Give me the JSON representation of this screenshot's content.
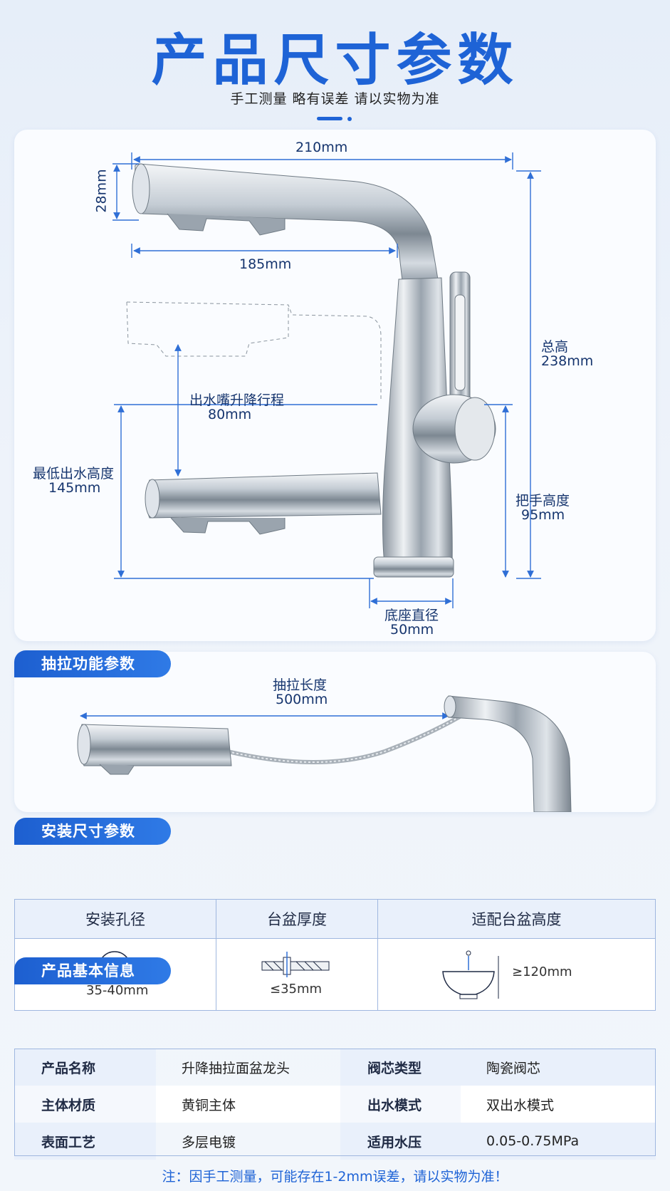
{
  "header": {
    "title": "产品尺寸参数",
    "subtitle": "手工测量 略有误差 请以实物为准"
  },
  "dimensions": {
    "width_total": "210mm",
    "spout_height": "28mm",
    "spout_length": "185mm",
    "total_height_label": "总高",
    "total_height_value": "238mm",
    "lift_label": "出水嘴升降行程",
    "lift_value": "80mm",
    "min_outlet_label": "最低出水高度",
    "min_outlet_value": "145mm",
    "handle_label": "把手高度",
    "handle_value": "95mm",
    "base_label": "底座直径",
    "base_value": "50mm"
  },
  "pull_section": {
    "label": "抽拉功能参数",
    "length_label": "抽拉长度",
    "length_value": "500mm"
  },
  "install_section": {
    "label": "安装尺寸参数",
    "columns": [
      "安装孔径",
      "台盆厚度",
      "适配台盆高度"
    ],
    "values": [
      "35-40mm",
      "≤35mm",
      "≥120mm"
    ]
  },
  "info_section": {
    "label": "产品基本信息",
    "rows": [
      {
        "k1": "产品名称",
        "v1": "升降抽拉面盆龙头",
        "k2": "阀芯类型",
        "v2": "陶瓷阀芯"
      },
      {
        "k1": "主体材质",
        "v1": "黄铜主体",
        "k2": "出水模式",
        "v2": "双出水模式"
      },
      {
        "k1": "表面工艺",
        "v1": "多层电镀",
        "k2": "适用水压",
        "v2": "0.05-0.75MPa"
      }
    ]
  },
  "note": "注：因手工测量，可能存在1-2mm误差，请以实物为准！",
  "colors": {
    "accent": "#1e63d6",
    "dim_line": "#2f6fd6",
    "chrome": "#b9c2cc"
  }
}
